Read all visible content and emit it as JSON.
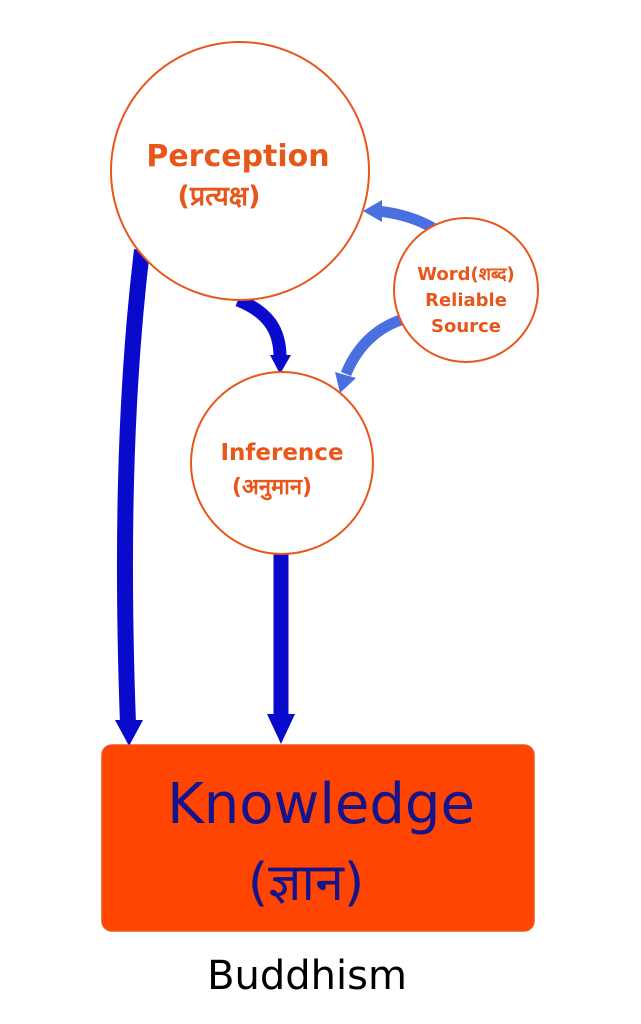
{
  "colors": {
    "node_stroke": "#e8561a",
    "node_text": "#e8561a",
    "strong_arrow": "#0a0acc",
    "light_arrow": "#4a6fe0",
    "knowledge_fill": "#ff4500",
    "knowledge_text": "#14148c",
    "caption_text": "#000000"
  },
  "nodes": {
    "perception": {
      "label": "Perception",
      "sanskrit": "(प्रत्यक्ष)"
    },
    "word": {
      "line1": "Word(शब्द)",
      "line2": "Reliable",
      "line3": "Source"
    },
    "inference": {
      "label": "Inference",
      "sanskrit": "(अनुमान)"
    },
    "knowledge": {
      "label": "Knowledge",
      "sanskrit": "(ज्ञान)"
    }
  },
  "caption": "Buddhism"
}
